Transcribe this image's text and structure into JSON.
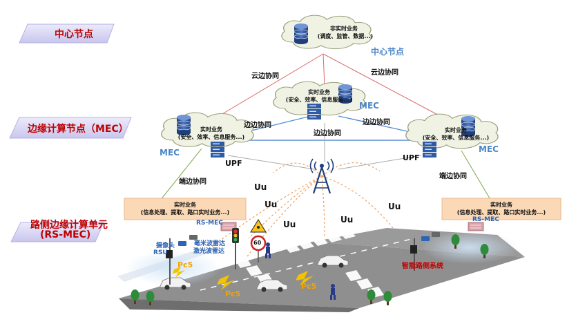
{
  "tiers": {
    "center": "中心节点",
    "edge": "边缘计算节点（MEC）",
    "roadside_line1": "路侧边缘计算单元",
    "roadside_line2": "(RS-MEC)"
  },
  "center_cloud": {
    "title": "非实时业务",
    "detail": "(调度、监管、数据...)",
    "caption": "中心节点"
  },
  "edge_cloud": {
    "title": "实时业务",
    "detail": "(安全、效率、信息服务...)"
  },
  "mec_label": "MEC",
  "upf_label": "UPF",
  "links": {
    "cloud_edge": "云边协同",
    "edge_edge": "边边协同",
    "end_edge": "端边协同"
  },
  "roadside_box": {
    "title": "实时业务",
    "detail": "(信息处理、提取、路口实时业务...)"
  },
  "rs_mec_label": "RS-MEC",
  "uu_label": "Uu",
  "pc5_label": "Pc5",
  "devices": {
    "camera": "摄像头",
    "rsu": "RSU",
    "mmwave_radar": "毫米波雷达",
    "lidar": "激光波雷达",
    "speed_limit": "60",
    "smart_road_system": "智能路侧系统"
  },
  "colors": {
    "tier_text": "#c00000",
    "mec_text": "#4a86c8",
    "cloud_fill": "#f0f3e4",
    "cloud_stroke": "#9aa07a",
    "box_fill": "#fbd9b6",
    "road": "#8f8f8f",
    "red_link": "#d96a6a",
    "blue_link": "#5b8fd6",
    "green_link": "#8fb364",
    "radio_dash": "#f0a060"
  }
}
